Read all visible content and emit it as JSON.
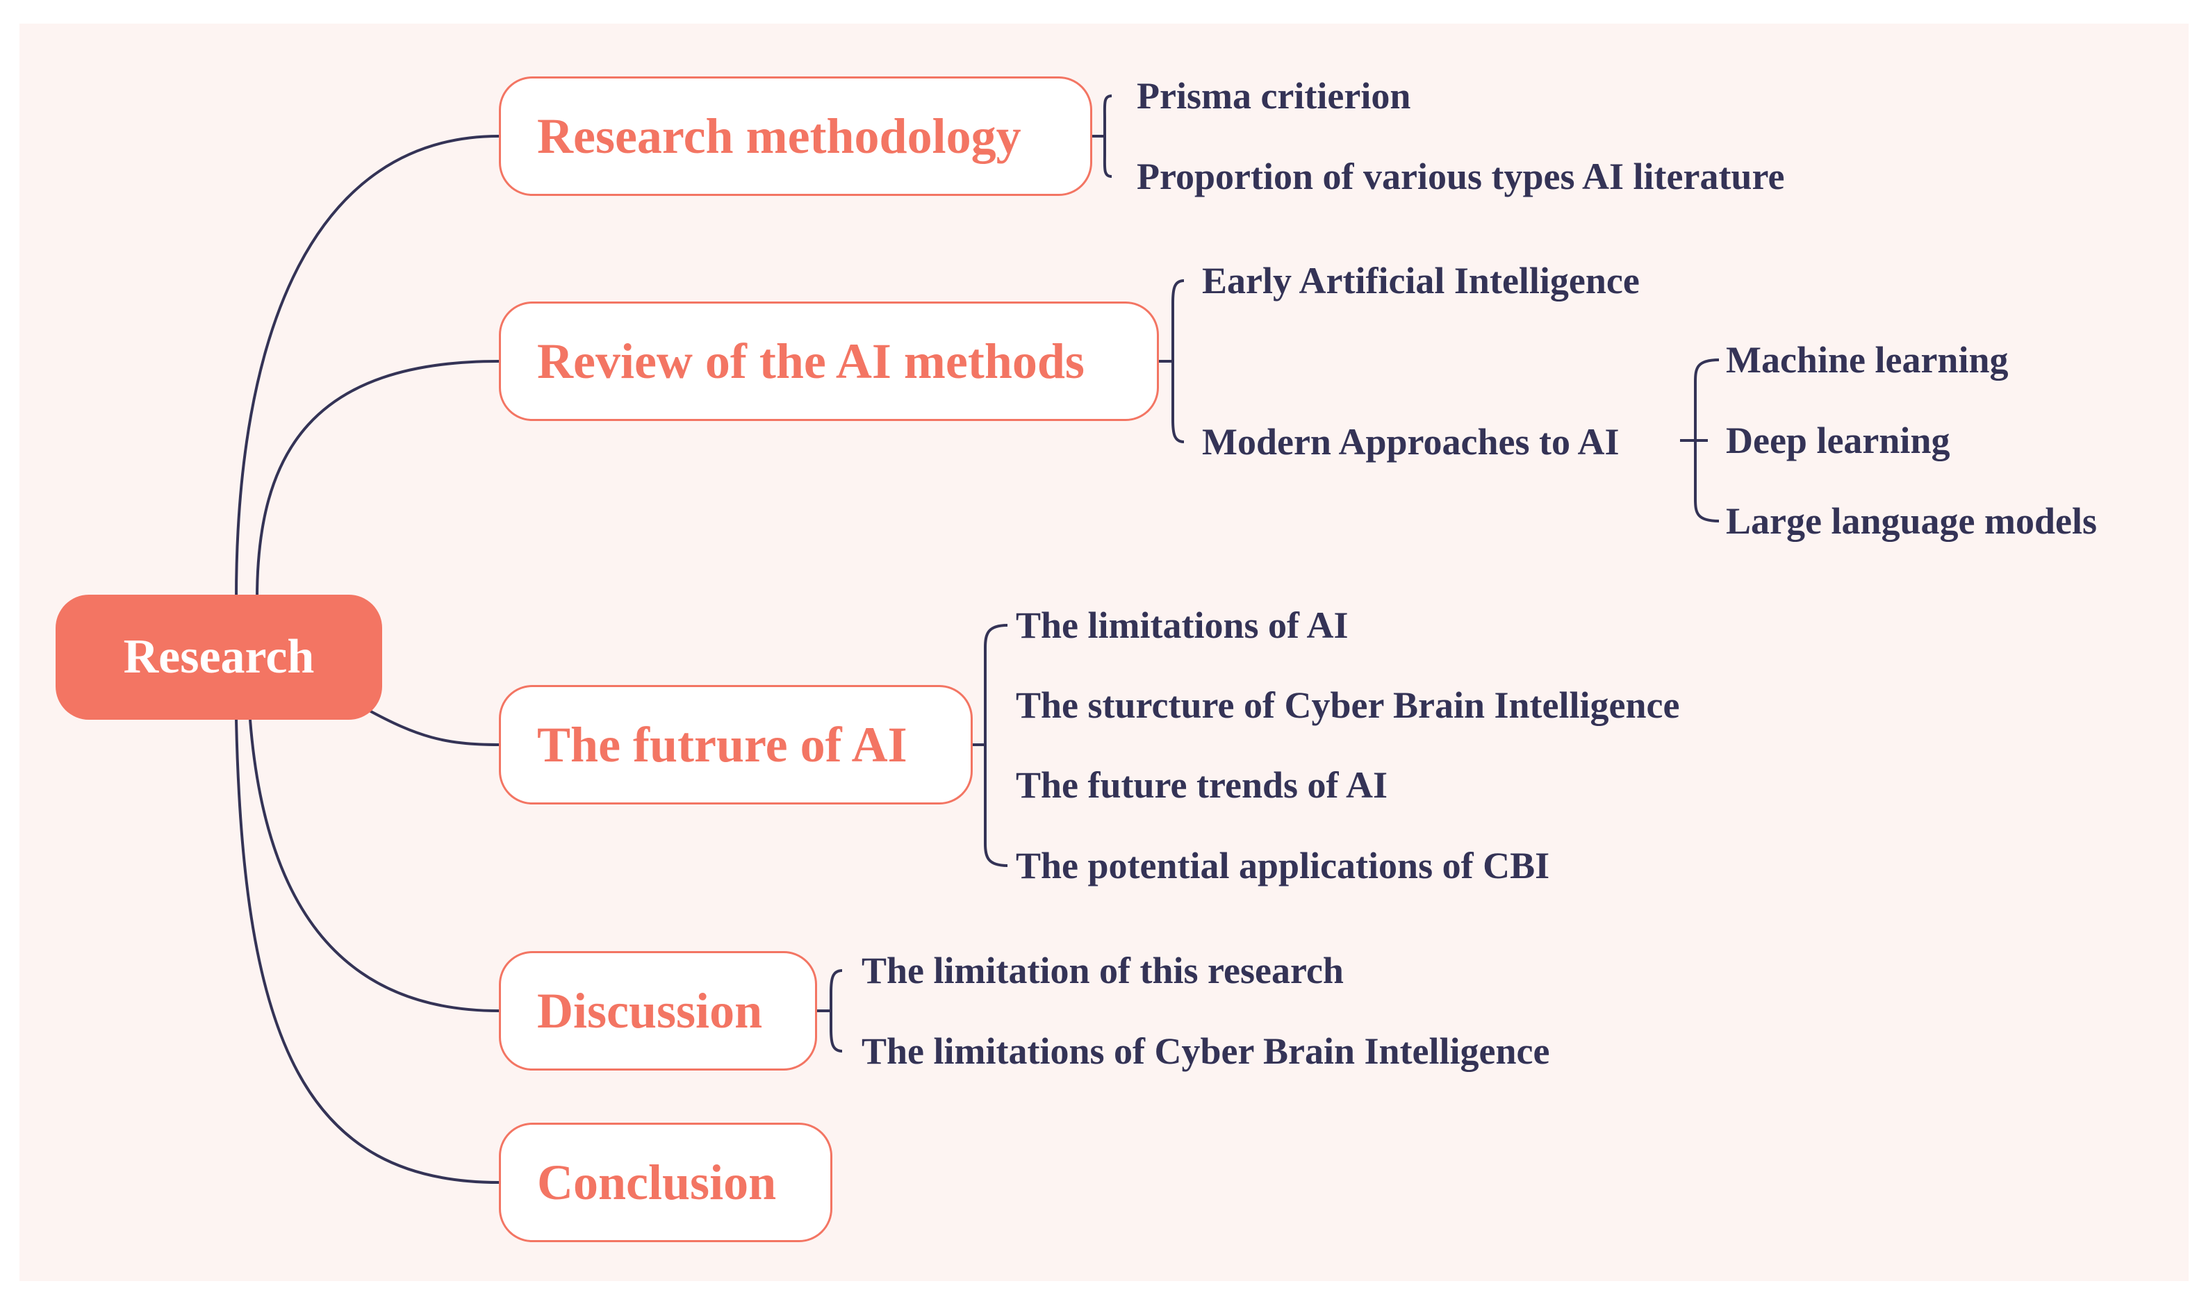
{
  "root": {
    "label": "Research"
  },
  "branches": [
    {
      "label": "Research methodology",
      "children": [
        "Prisma critierion",
        "Proportion of various types AI literature"
      ]
    },
    {
      "label": "Review of the AI methods",
      "children": [
        "Early Artificial Intelligence",
        "Modern Approaches to AI"
      ],
      "sub": [
        "Machine learning",
        "Deep learning",
        "Large language models"
      ]
    },
    {
      "label": "The futrure of AI",
      "children": [
        "The limitations of AI",
        "The sturcture of Cyber Brain Intelligence",
        "The future trends of AI",
        "The potential applications of CBI"
      ]
    },
    {
      "label": "Discussion",
      "children": [
        "The limitation of this research",
        "The limitations of Cyber Brain Intelligence"
      ]
    },
    {
      "label": "Conclusion",
      "children": []
    }
  ],
  "colors": {
    "accent": "#f37563",
    "text": "#343356",
    "background": "#fdf4f2"
  }
}
